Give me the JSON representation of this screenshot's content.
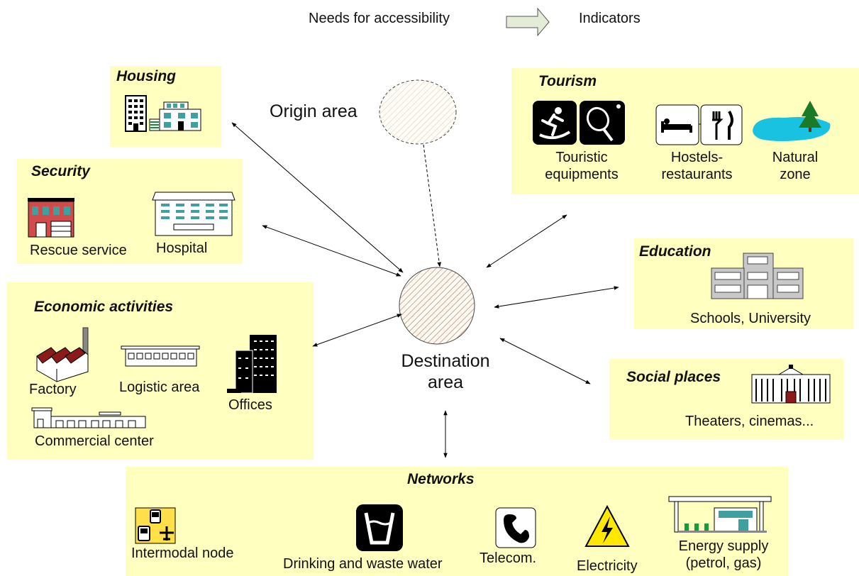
{
  "legend": {
    "needs": "Needs for accessibility",
    "indicators": "Indicators"
  },
  "center": {
    "origin": "Origin area",
    "destination_line1": "Destination",
    "destination_line2": "area"
  },
  "housing": {
    "title": "Housing"
  },
  "security": {
    "title": "Security",
    "rescue": "Rescue service",
    "hospital": "Hospital"
  },
  "economic": {
    "title": "Economic activities",
    "factory": "Factory",
    "logistic": "Logistic area",
    "offices": "Offices",
    "commercial": "Commercial center"
  },
  "tourism": {
    "title": "Tourism",
    "equip_line1": "Touristic",
    "equip_line2": "equipments",
    "hostels_line1": "Hostels-",
    "hostels_line2": "restaurants",
    "natural_line1": "Natural",
    "natural_line2": "zone"
  },
  "education": {
    "title": "Education",
    "schools": "Schools, University"
  },
  "social": {
    "title": "Social places",
    "theaters": "Theaters, cinemas..."
  },
  "networks": {
    "title": "Networks",
    "intermodal": "Intermodal node",
    "water": "Drinking and waste water",
    "telecom": "Telecom.",
    "electricity": "Electricity",
    "energy_line1": "Energy supply",
    "energy_line2": "(petrol, gas)"
  },
  "colors": {
    "box_fill": "#ffffc0",
    "arrow_fill": "#e2ecd6",
    "hatch": "#b08060",
    "roof_red": "#8b1a1a"
  }
}
